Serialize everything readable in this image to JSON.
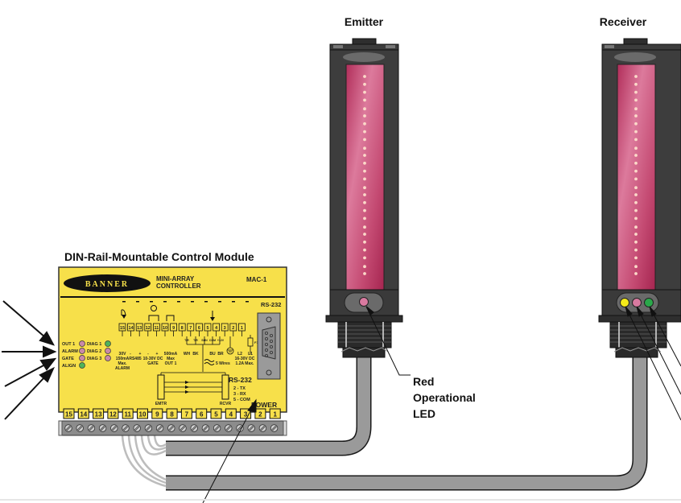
{
  "title_emitter": "Emitter",
  "title_receiver": "Receiver",
  "module_title": "DIN-Rail-Mountable Control Module",
  "module": {
    "brand": "BANNER",
    "product_line1": "MINI-ARRAY",
    "product_line2": "CONTROLLER",
    "model": "MAC-1",
    "rs232_header": "RS-232",
    "leds_left": [
      {
        "label": "OUT 1",
        "color": "#c98aa8"
      },
      {
        "label": "ALARM",
        "color": "#c98aa8"
      },
      {
        "label": "GATE",
        "color": "#c98aa8"
      },
      {
        "label": "ALIGN",
        "color": "#4fb35a"
      }
    ],
    "leds_right": [
      {
        "label": "DIAG 1",
        "color": "#4fb35a"
      },
      {
        "label": "DIAG 2",
        "color": "#c98aa8"
      },
      {
        "label": "DIAG 3",
        "color": "#c98aa8"
      }
    ],
    "upper_terminals": [
      "15",
      "14",
      "13",
      "12",
      "11",
      "10",
      "9",
      "8",
      "7",
      "6",
      "5",
      "4",
      "3",
      "2",
      "1"
    ],
    "wire_labels": [
      "T/R",
      "T/R",
      "SHN",
      "COM",
      "+12V"
    ],
    "wire_colors": [
      "WH",
      "BK",
      "BU",
      "BR"
    ],
    "spec_alarm": [
      "30V",
      "150mA",
      "Max.",
      "ALARM"
    ],
    "spec_rs485": [
      "-",
      "RS485",
      "+"
    ],
    "spec_gate": [
      "-",
      "+",
      "10-30V DC",
      "GATE"
    ],
    "spec_out1": [
      "500mA",
      "Max",
      "OUT 1"
    ],
    "spec_power": [
      "L2",
      "L1",
      "16-30V DC",
      "1.2A Max."
    ],
    "five_wires": "5 Wires",
    "emtr": "EMTR",
    "rcvr": "RCVR",
    "rs232_title": "RS-232",
    "rs232_pins": [
      "2 - TX",
      "3 - RX",
      "5 - COM"
    ],
    "power_label": "POWER",
    "fuse_label": "F1",
    "lower_terminals": [
      "15",
      "14",
      "13",
      "12",
      "11",
      "10",
      "9",
      "8",
      "7",
      "6",
      "5",
      "4",
      "3",
      "2",
      "1"
    ]
  },
  "callout_red_led": [
    "Red",
    "Operational",
    "LED"
  ],
  "colors": {
    "module_yellow": "#f7e04a",
    "sensor_window": "#b8355f",
    "sensor_body": "#3a3a3a",
    "cable": "#9a9a9a",
    "led_yellow": "#f4ea1a",
    "led_pink": "#d97aa0",
    "led_green": "#2aa84a"
  }
}
